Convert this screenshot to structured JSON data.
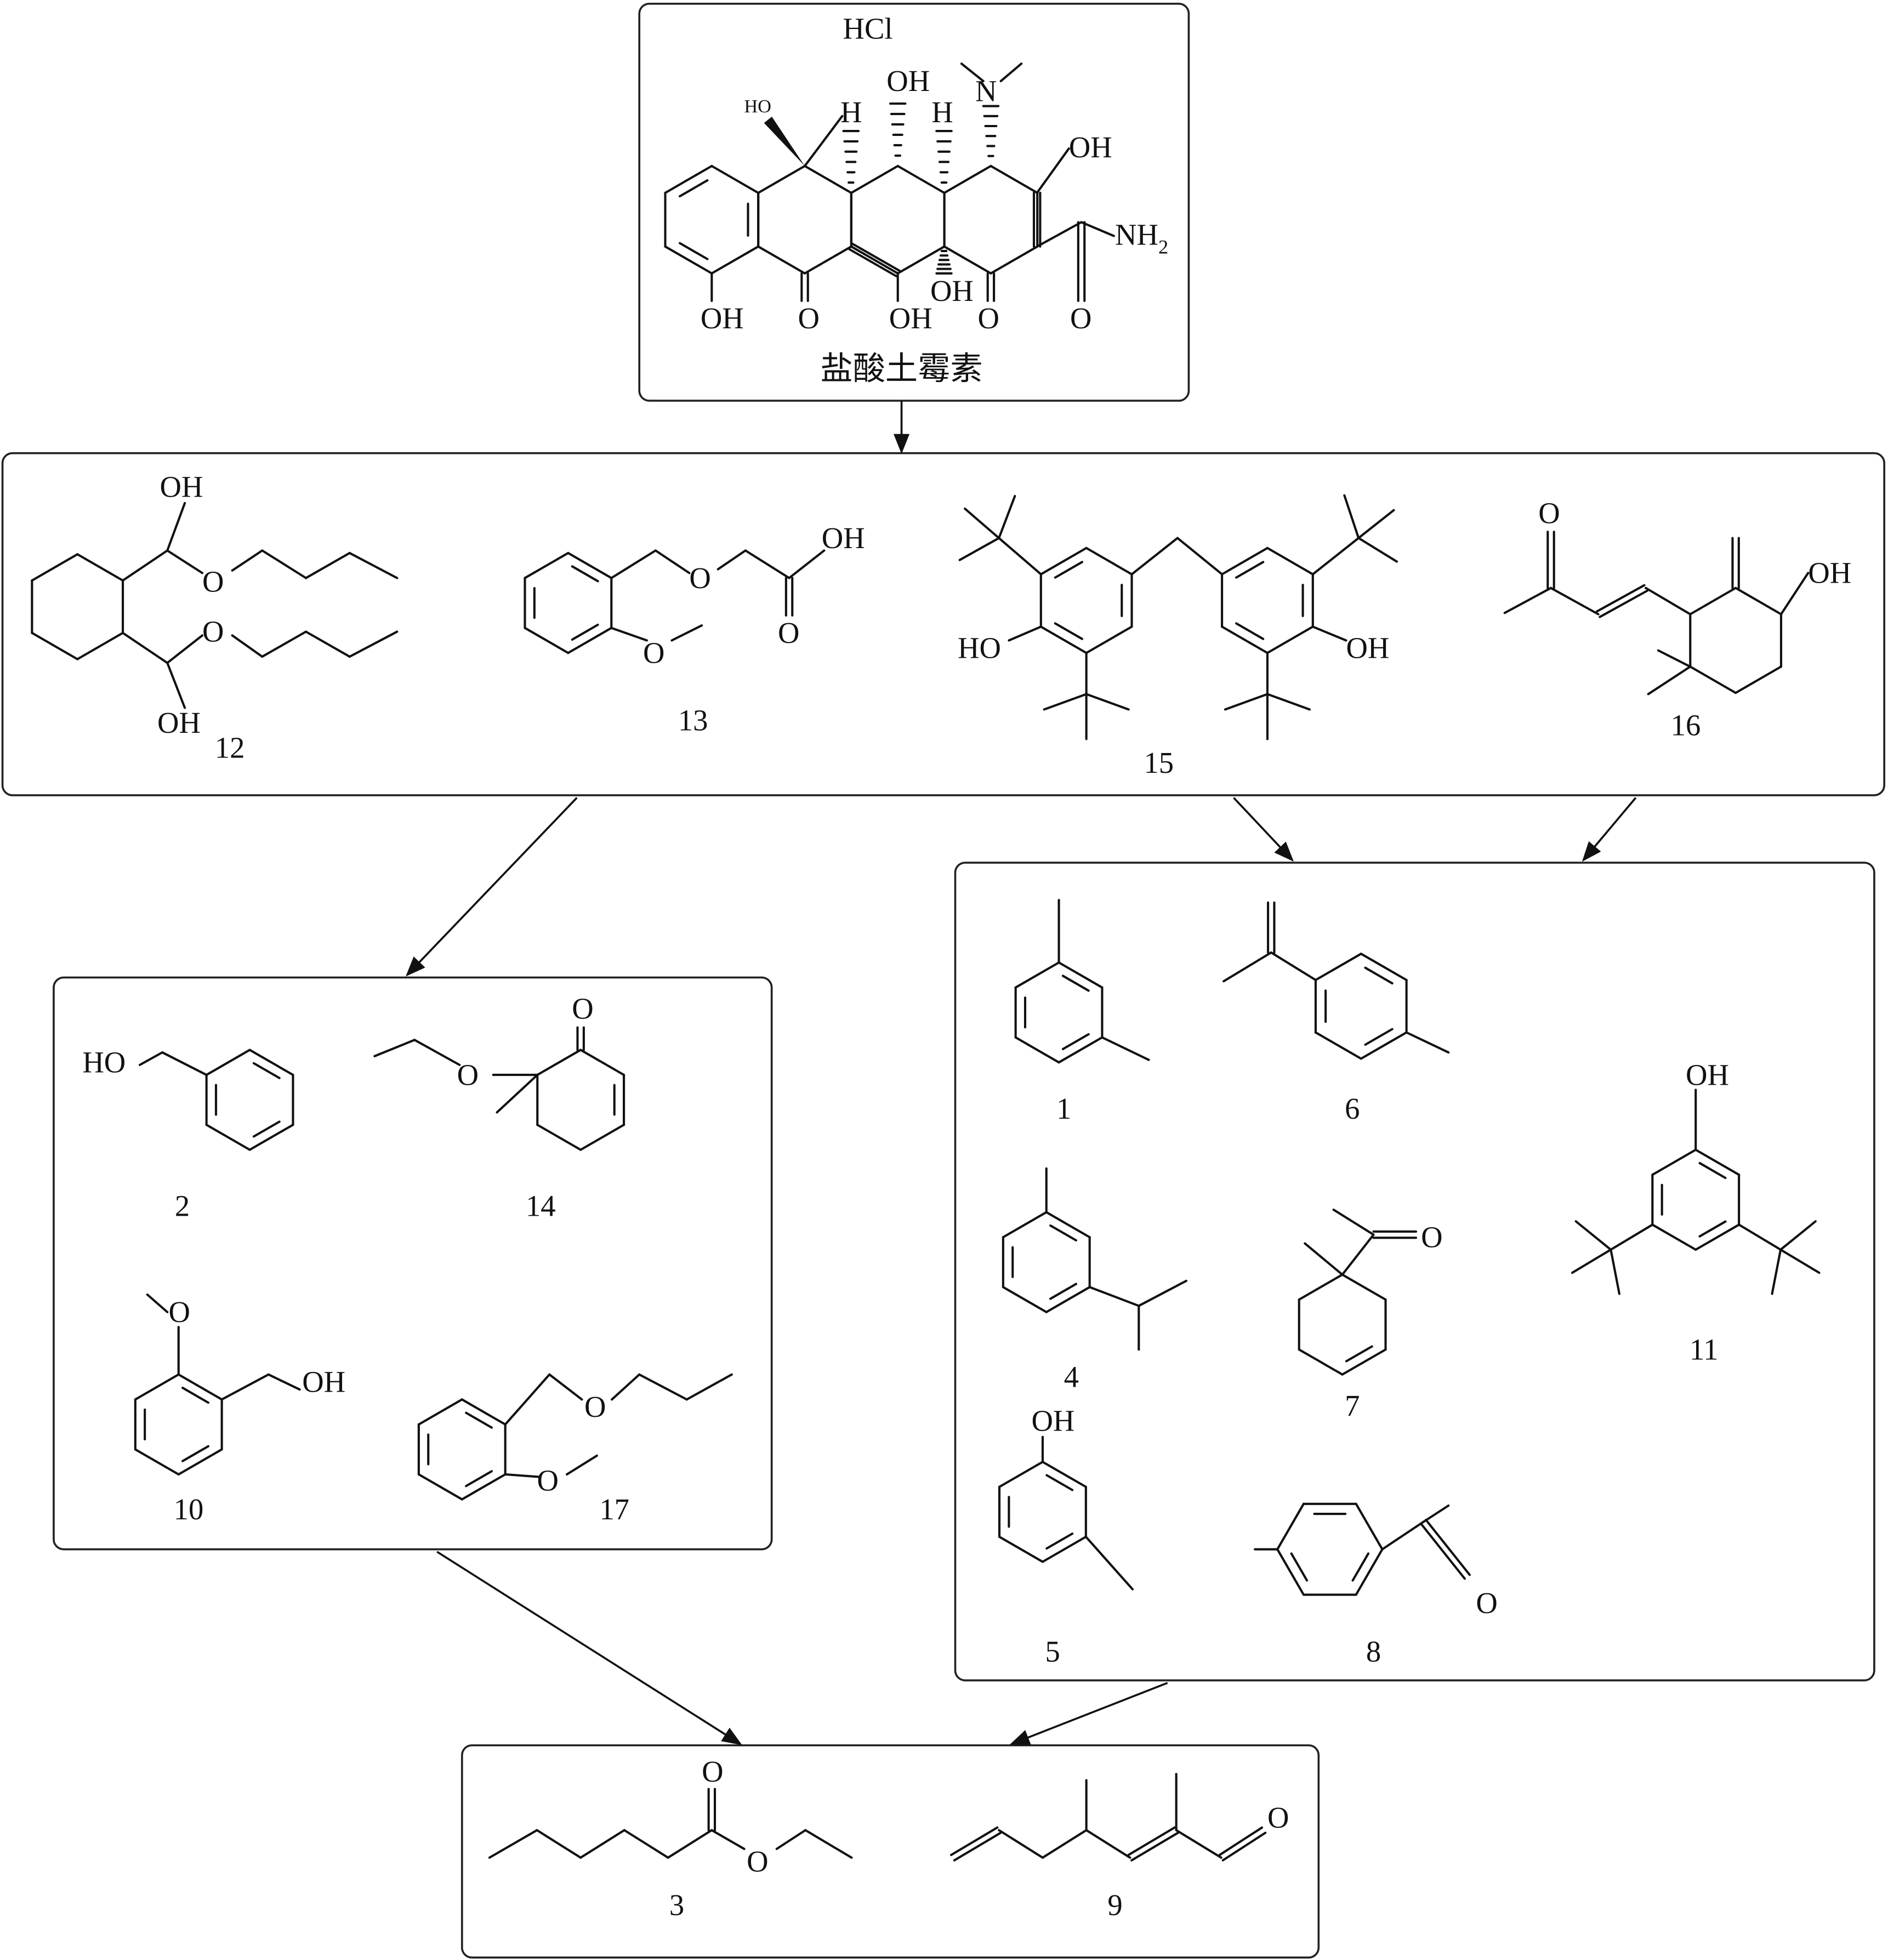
{
  "top": {
    "salt": "HCl",
    "name": "盐酸土霉素",
    "atoms": [
      "HO",
      "H",
      "OH",
      "H",
      "N",
      "OH",
      "NH2",
      "OH",
      "O",
      "OH",
      "OH",
      "O",
      "O"
    ]
  },
  "molecules": {
    "m12": {
      "number": "12",
      "atoms": [
        "OH",
        "O",
        "O",
        "OH"
      ]
    },
    "m13": {
      "number": "13",
      "atoms": [
        "O",
        "OH",
        "O",
        "O"
      ]
    },
    "m15": {
      "number": "15",
      "atoms": [
        "HO",
        "OH"
      ]
    },
    "m16": {
      "number": "16",
      "atoms": [
        "O",
        "OH"
      ]
    },
    "m2": {
      "number": "2",
      "atoms": [
        "HO"
      ]
    },
    "m14": {
      "number": "14",
      "atoms": [
        "O",
        "O"
      ]
    },
    "m10": {
      "number": "10",
      "atoms": [
        "O",
        "OH"
      ]
    },
    "m17": {
      "number": "17",
      "atoms": [
        "O",
        "O"
      ]
    },
    "m1": {
      "number": "1",
      "atoms": []
    },
    "m6": {
      "number": "6",
      "atoms": []
    },
    "m4": {
      "number": "4",
      "atoms": []
    },
    "m7": {
      "number": "7",
      "atoms": [
        "O"
      ]
    },
    "m11": {
      "number": "11",
      "atoms": [
        "OH"
      ]
    },
    "m5": {
      "number": "5",
      "atoms": [
        "OH"
      ]
    },
    "m8": {
      "number": "8",
      "atoms": [
        "O"
      ]
    },
    "m3": {
      "number": "3",
      "atoms": [
        "O",
        "O"
      ]
    },
    "m9": {
      "number": "9",
      "atoms": [
        "O"
      ]
    }
  }
}
